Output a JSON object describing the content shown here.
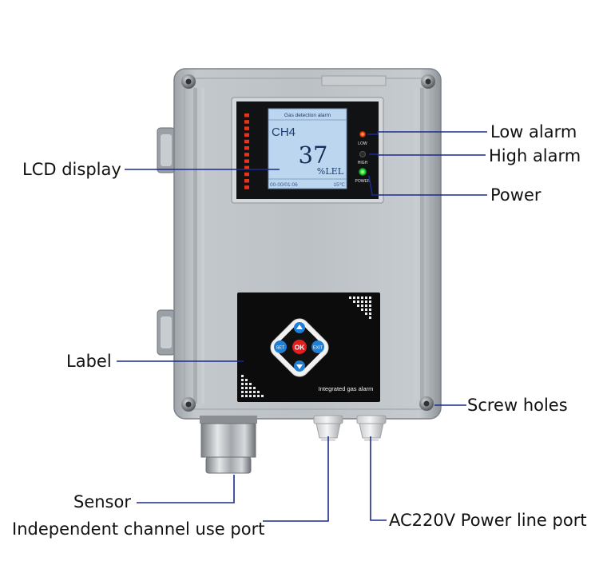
{
  "callouts": {
    "lcd_display": "LCD display",
    "low_alarm": "Low alarm",
    "high_alarm": "High alarm",
    "power": "Power",
    "label": "Label",
    "screw_holes": "Screw holes",
    "sensor": "Sensor",
    "independent_port": "Independent channel use port",
    "power_port": "AC220V Power line port"
  },
  "lcd": {
    "header": "Gas detection alarm",
    "gas": "CH4",
    "reading": "37",
    "unit": "%LEL",
    "date": "00-00/01:06",
    "temperature": "15℃"
  },
  "indicators": {
    "low": "LOW",
    "high": "HIGH",
    "power": "POWER"
  },
  "keypad": {
    "set": "SET",
    "ok": "OK",
    "exit": "EXIT"
  },
  "panel_label": "Integrated gas alarm",
  "colors": {
    "leader_line": "#1a2a8c",
    "enclosure": "#b7bcc0",
    "lcd_screen": "#b9d3ef",
    "led_low": "#ff5a1a",
    "led_power": "#2ef03a",
    "ok_button": "#e02020",
    "nav_button": "#1f7fd6"
  }
}
